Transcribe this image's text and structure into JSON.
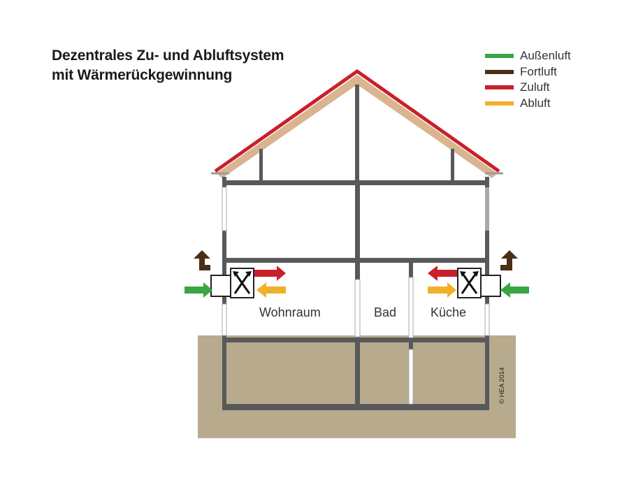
{
  "title": {
    "line1": "Dezentrales Zu- und Abluftsystem",
    "line2": "mit Wärmerückgewinnung"
  },
  "legend": [
    {
      "label": "Außenluft",
      "color": "#3aa544"
    },
    {
      "label": "Fortluft",
      "color": "#4a2e16"
    },
    {
      "label": "Zuluft",
      "color": "#c8202a"
    },
    {
      "label": "Abluft",
      "color": "#f0b12a"
    }
  ],
  "rooms": {
    "living": "Wohnraum",
    "bath": "Bad",
    "kitchen": "Küche"
  },
  "copyright": "© HEA 2014",
  "colors": {
    "roof": "#c8202a",
    "roof_beam": "#d9b48f",
    "wall": "#58595b",
    "ground": "#b7aa8d",
    "window": "#a7a9ac"
  }
}
